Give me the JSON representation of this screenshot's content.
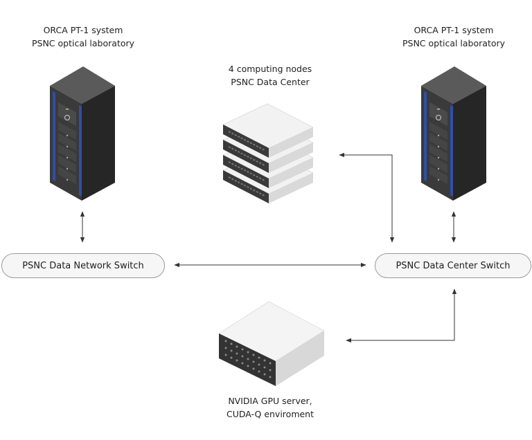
{
  "nodes": {
    "orca_left": {
      "line1": "ORCA PT-1 system",
      "line2": "PSNC optical laboratory"
    },
    "orca_right": {
      "line1": "ORCA PT-1 system",
      "line2": "PSNC optical laboratory"
    },
    "compute": {
      "line1": "4 computing nodes",
      "line2": "PSNC Data Center"
    },
    "gpu": {
      "line1": "NVIDIA GPU server,",
      "line2": "CUDA-Q enviroment"
    }
  },
  "switches": {
    "network": "PSNC Data Network Switch",
    "datacenter": "PSNC Data Center Switch"
  },
  "colors": {
    "rack_front": "#3b3b3b",
    "rack_side": "#2a2a2a",
    "rack_top": "#575757",
    "rack_accent": "#2f4fa8",
    "server_light": "#f1f1f1",
    "server_dark": "#3a3a3a",
    "arrow": "#333333"
  }
}
